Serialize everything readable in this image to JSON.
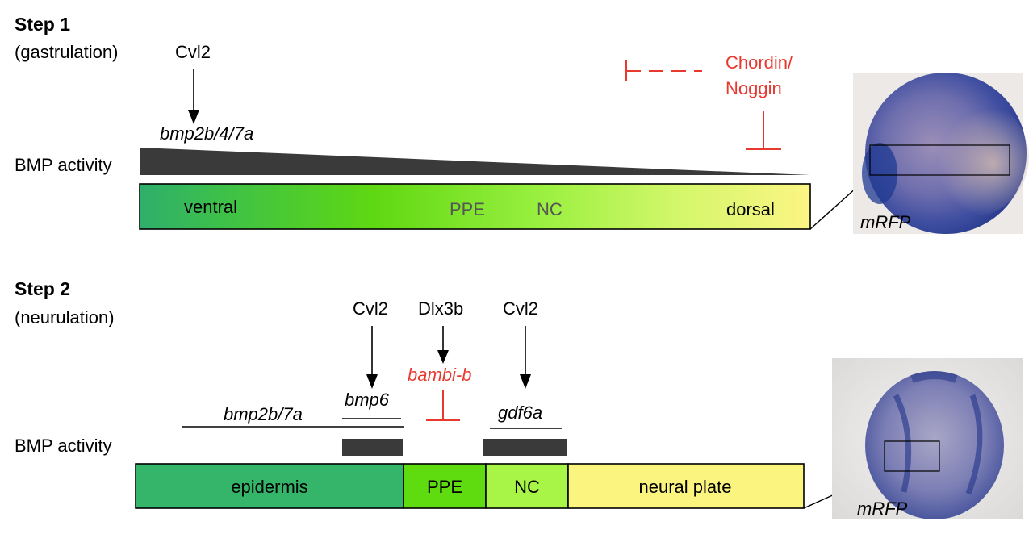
{
  "step1": {
    "title": "Step 1",
    "subtitle": "(gastrulation)",
    "regulator": "Cvl2",
    "gene": "bmp2b/4/7a",
    "inhibitor_line1": "Chordin/",
    "inhibitor_line2": "Noggin",
    "bmp_label": "BMP activity",
    "regions": {
      "ventral": "ventral",
      "ppe": "PPE",
      "nc": "NC",
      "dorsal": "dorsal"
    },
    "embryo_label": "mRFP"
  },
  "step2": {
    "title": "Step 2",
    "subtitle": "(neurulation)",
    "regulator_left": "Cvl2",
    "regulator_mid": "Dlx3b",
    "regulator_right": "Cvl2",
    "gene_bmp2b7a": "bmp2b/7a",
    "gene_bmp6": "bmp6",
    "gene_bambi": "bambi-b",
    "gene_gdf6a": "gdf6a",
    "bmp_label": "BMP activity",
    "regions": {
      "epidermis": "epidermis",
      "ppe": "PPE",
      "nc": "NC",
      "neural_plate": "neural plate"
    },
    "embryo_label": "mRFP"
  },
  "colors": {
    "inhibitor": "#e8392f",
    "bar": "#3a3a3a",
    "epidermis": "#35b56a",
    "ppe": "#5fdc10",
    "nc": "#a8f548",
    "neural_plate": "#fbf47e"
  }
}
